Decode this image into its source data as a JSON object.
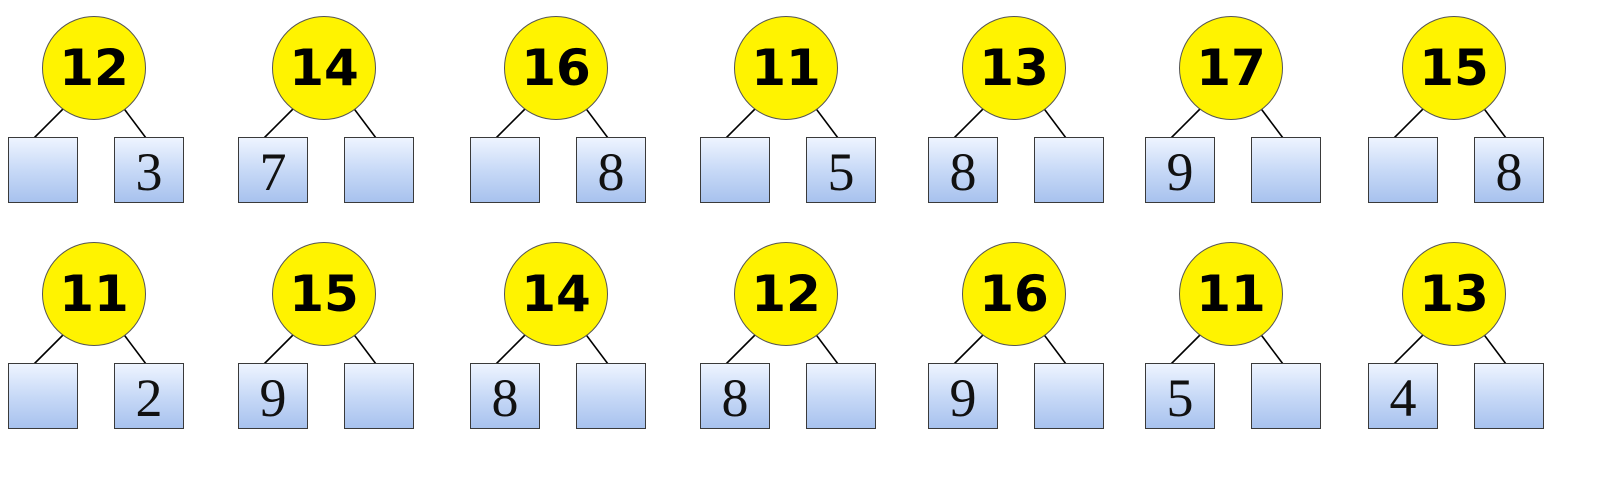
{
  "colors": {
    "circle_fill": "#fff300",
    "box_gradient_top": "#eef4ff",
    "box_gradient_bottom": "#a8c2ee",
    "line": "#000000"
  },
  "number_bonds": [
    [
      {
        "whole": "12",
        "left": "",
        "right": "3"
      },
      {
        "whole": "14",
        "left": "7",
        "right": ""
      },
      {
        "whole": "16",
        "left": "",
        "right": "8"
      },
      {
        "whole": "11",
        "left": "",
        "right": "5"
      },
      {
        "whole": "13",
        "left": "8",
        "right": ""
      },
      {
        "whole": "17",
        "left": "9",
        "right": ""
      },
      {
        "whole": "15",
        "left": "",
        "right": "8"
      }
    ],
    [
      {
        "whole": "11",
        "left": "",
        "right": "2"
      },
      {
        "whole": "15",
        "left": "9",
        "right": ""
      },
      {
        "whole": "14",
        "left": "8",
        "right": ""
      },
      {
        "whole": "12",
        "left": "8",
        "right": ""
      },
      {
        "whole": "16",
        "left": "9",
        "right": ""
      },
      {
        "whole": "11",
        "left": "5",
        "right": ""
      },
      {
        "whole": "13",
        "left": "4",
        "right": ""
      }
    ]
  ]
}
